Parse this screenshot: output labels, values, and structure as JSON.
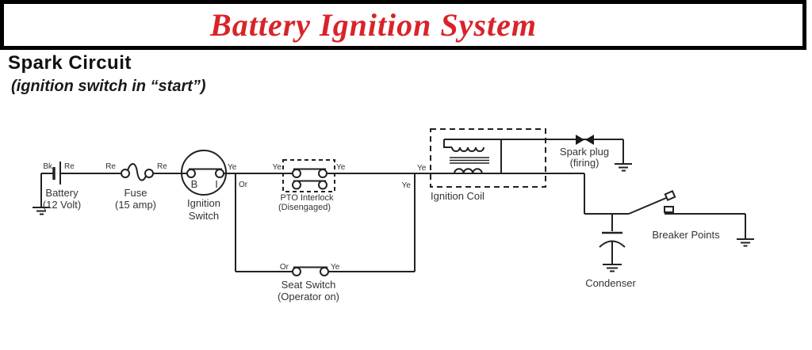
{
  "header": {
    "title": "Battery Ignition System"
  },
  "section": {
    "title": "Spark Circuit",
    "subtitle": "(ignition switch in “start”)"
  },
  "components": {
    "battery": {
      "name": "Battery",
      "detail": "(12 Volt)"
    },
    "fuse": {
      "name": "Fuse",
      "detail": "(15 amp)"
    },
    "ignition_switch": {
      "name_line1": "Ignition",
      "name_line2": "Switch",
      "terminal_left": "B",
      "terminal_right": "I"
    },
    "pto_interlock": {
      "name": "PTO Interlock",
      "detail": "(Disengaged)"
    },
    "seat_switch": {
      "name": "Seat Switch",
      "detail": "(Operator on)"
    },
    "ignition_coil": {
      "name": "Ignition Coil"
    },
    "spark_plug": {
      "name": "Spark plug",
      "detail": "(firing)"
    },
    "breaker_points": {
      "name": "Breaker Points"
    },
    "condenser": {
      "name": "Condenser"
    }
  },
  "wire_labels": {
    "battery_neg": "Bk",
    "battery_pos": "Re",
    "fuse_in": "Re",
    "fuse_out": "Re",
    "switch_out": "Ye",
    "switch_drop": "Or",
    "pto_in": "Ye",
    "pto_out": "Ye",
    "coil_in": "Ye",
    "seat_drop": "Ye",
    "seat_in": "Or",
    "seat_out": "Ye"
  },
  "colors": {
    "title_red": "#d9232a",
    "line": "#222222",
    "text": "#333333"
  }
}
